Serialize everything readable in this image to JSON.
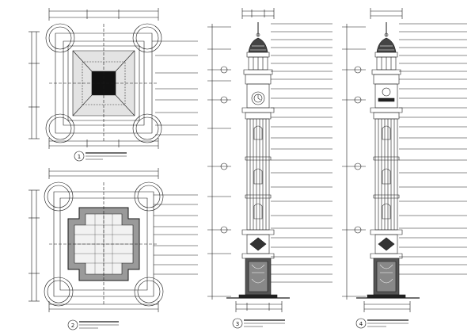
{
  "drawing": {
    "type": "architectural CAD sheet",
    "line_color": "#1a1a1a",
    "fill_light": "#c8c8c8",
    "fill_dark": "#111111",
    "background": "#ffffff",
    "views": [
      {
        "id": "plan-top",
        "kind": "plan",
        "label_number": "1"
      },
      {
        "id": "plan-bottom",
        "kind": "plan",
        "label_number": "2"
      },
      {
        "id": "elev-left",
        "kind": "elevation",
        "label_number": "3"
      },
      {
        "id": "elev-right",
        "kind": "elevation",
        "label_number": "4"
      }
    ]
  }
}
